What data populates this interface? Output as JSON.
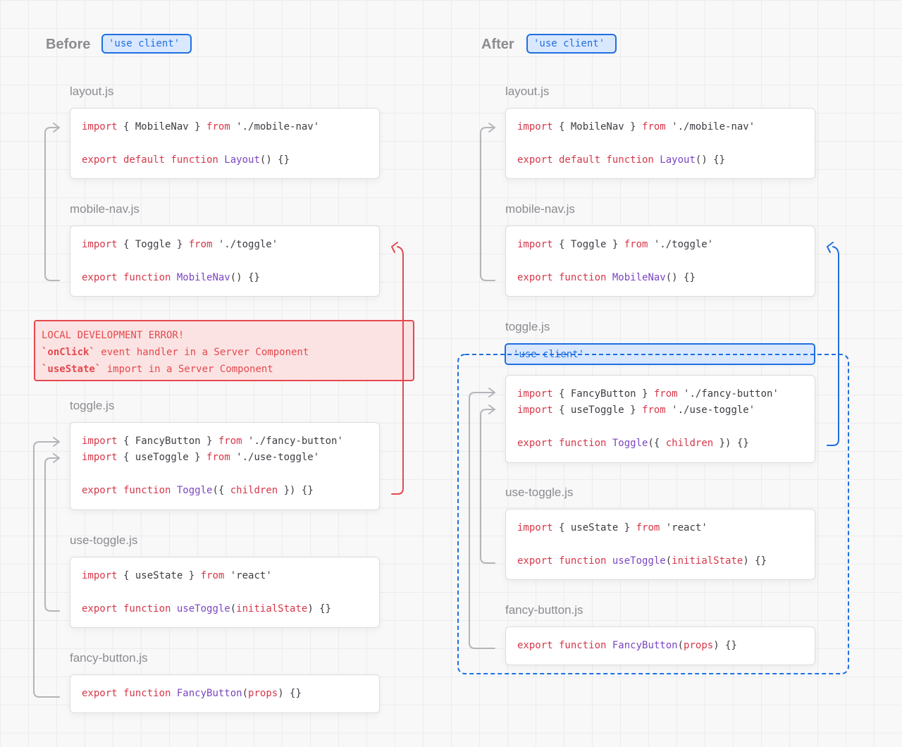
{
  "before": {
    "title": "Before",
    "badge": "'use client'",
    "files": [
      {
        "id": "layout",
        "name": "layout.js",
        "lines": [
          [
            [
              "kw",
              "import"
            ],
            [
              "pl",
              " { MobileNav } "
            ],
            [
              "kw",
              "from"
            ],
            [
              "st",
              " './mobile-nav'"
            ]
          ],
          [],
          [
            [
              "kw",
              "export default function"
            ],
            [
              "fn",
              " Layout"
            ],
            [
              "pl",
              "() {}"
            ]
          ]
        ]
      },
      {
        "id": "mobile-nav",
        "name": "mobile-nav.js",
        "lines": [
          [
            [
              "kw",
              "import"
            ],
            [
              "pl",
              " { Toggle } "
            ],
            [
              "kw",
              "from"
            ],
            [
              "st",
              " './toggle'"
            ]
          ],
          [],
          [
            [
              "kw",
              "export function"
            ],
            [
              "fn",
              " MobileNav"
            ],
            [
              "pl",
              "() {}"
            ]
          ]
        ]
      },
      {
        "id": "toggle",
        "name": "toggle.js",
        "lines": [
          [
            [
              "kw",
              "import"
            ],
            [
              "pl",
              " { FancyButton } "
            ],
            [
              "kw",
              "from"
            ],
            [
              "st",
              " './fancy-button'"
            ]
          ],
          [
            [
              "kw",
              "import"
            ],
            [
              "pl",
              " { useToggle } "
            ],
            [
              "kw",
              "from"
            ],
            [
              "st",
              " './use-toggle'"
            ]
          ],
          [],
          [
            [
              "kw",
              "export function"
            ],
            [
              "fn",
              " Toggle"
            ],
            [
              "pl",
              "({ "
            ],
            [
              "pm",
              "children"
            ],
            [
              "pl",
              " }) {}"
            ]
          ]
        ]
      },
      {
        "id": "use-toggle",
        "name": "use-toggle.js",
        "lines": [
          [
            [
              "kw",
              "import"
            ],
            [
              "pl",
              " { useState } "
            ],
            [
              "kw",
              "from"
            ],
            [
              "st",
              " 'react'"
            ]
          ],
          [],
          [
            [
              "kw",
              "export function"
            ],
            [
              "fn",
              " useToggle"
            ],
            [
              "pl",
              "("
            ],
            [
              "pm",
              "initialState"
            ],
            [
              "pl",
              ") {}"
            ]
          ]
        ]
      },
      {
        "id": "fancy-button",
        "name": "fancy-button.js",
        "lines": [
          [
            [
              "kw",
              "export function"
            ],
            [
              "fn",
              " FancyButton"
            ],
            [
              "pl",
              "("
            ],
            [
              "pm",
              "props"
            ],
            [
              "pl",
              ") {}"
            ]
          ]
        ]
      }
    ],
    "error": {
      "title": "LOCAL DEVELOPMENT ERROR!",
      "line1_code": "`onClick`",
      "line1_text": " event handler in a Server Component",
      "line2_code": "`useState`",
      "line2_text": " import in a Server Component"
    }
  },
  "after": {
    "title": "After",
    "badge": "'use client'",
    "client_directive": "'use client'",
    "files": [
      {
        "id": "layout",
        "name": "layout.js",
        "lines": [
          [
            [
              "kw",
              "import"
            ],
            [
              "pl",
              " { MobileNav } "
            ],
            [
              "kw",
              "from"
            ],
            [
              "st",
              " './mobile-nav'"
            ]
          ],
          [],
          [
            [
              "kw",
              "export default function"
            ],
            [
              "fn",
              " Layout"
            ],
            [
              "pl",
              "() {}"
            ]
          ]
        ]
      },
      {
        "id": "mobile-nav",
        "name": "mobile-nav.js",
        "lines": [
          [
            [
              "kw",
              "import"
            ],
            [
              "pl",
              " { Toggle } "
            ],
            [
              "kw",
              "from"
            ],
            [
              "st",
              " './toggle'"
            ]
          ],
          [],
          [
            [
              "kw",
              "export function"
            ],
            [
              "fn",
              " MobileNav"
            ],
            [
              "pl",
              "() {}"
            ]
          ]
        ]
      },
      {
        "id": "toggle",
        "name": "toggle.js",
        "lines": [
          [
            [
              "kw",
              "import"
            ],
            [
              "pl",
              " { FancyButton } "
            ],
            [
              "kw",
              "from"
            ],
            [
              "st",
              " './fancy-button'"
            ]
          ],
          [
            [
              "kw",
              "import"
            ],
            [
              "pl",
              " { useToggle } "
            ],
            [
              "kw",
              "from"
            ],
            [
              "st",
              " './use-toggle'"
            ]
          ],
          [],
          [
            [
              "kw",
              "export function"
            ],
            [
              "fn",
              " Toggle"
            ],
            [
              "pl",
              "({ "
            ],
            [
              "pm",
              "children"
            ],
            [
              "pl",
              " }) {}"
            ]
          ]
        ]
      },
      {
        "id": "use-toggle",
        "name": "use-toggle.js",
        "lines": [
          [
            [
              "kw",
              "import"
            ],
            [
              "pl",
              " { useState } "
            ],
            [
              "kw",
              "from"
            ],
            [
              "st",
              " 'react'"
            ]
          ],
          [],
          [
            [
              "kw",
              "export function"
            ],
            [
              "fn",
              " useToggle"
            ],
            [
              "pl",
              "("
            ],
            [
              "pm",
              "initialState"
            ],
            [
              "pl",
              ") {}"
            ]
          ]
        ]
      },
      {
        "id": "fancy-button",
        "name": "fancy-button.js",
        "lines": [
          [
            [
              "kw",
              "export function"
            ],
            [
              "fn",
              " FancyButton"
            ],
            [
              "pl",
              "("
            ],
            [
              "pm",
              "props"
            ],
            [
              "pl",
              ") {}"
            ]
          ]
        ]
      }
    ]
  }
}
